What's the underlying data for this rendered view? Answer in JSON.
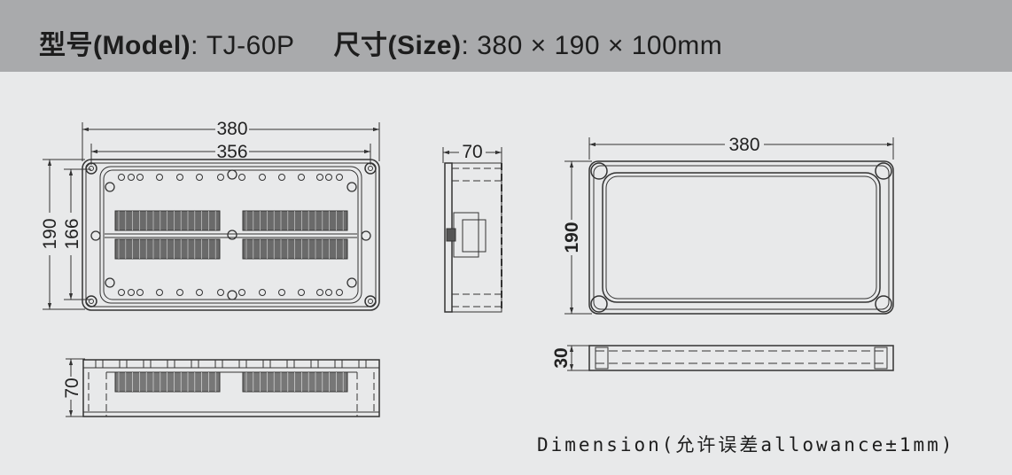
{
  "header": {
    "model_label": "型号(Model)",
    "model_sep": ":",
    "model_value": "TJ-60P",
    "size_label": "尺寸(Size)",
    "size_sep": ":",
    "size_value": "380 × 190 × 100mm"
  },
  "front_view": {
    "width_outer": "380",
    "width_inner": "356",
    "height_outer": "190",
    "height_inner": "166"
  },
  "side_view": {
    "depth": "70"
  },
  "lid_view": {
    "width": "380",
    "height": "190"
  },
  "lid_side_view": {
    "thickness": "30"
  },
  "bottom_view": {
    "depth": "70"
  },
  "footer": {
    "note": "Dimension(允许误差allowance±1mm)"
  },
  "colors": {
    "header_bg": "#a9aaac",
    "page_bg": "#e8e9ea",
    "line": "#333333"
  }
}
